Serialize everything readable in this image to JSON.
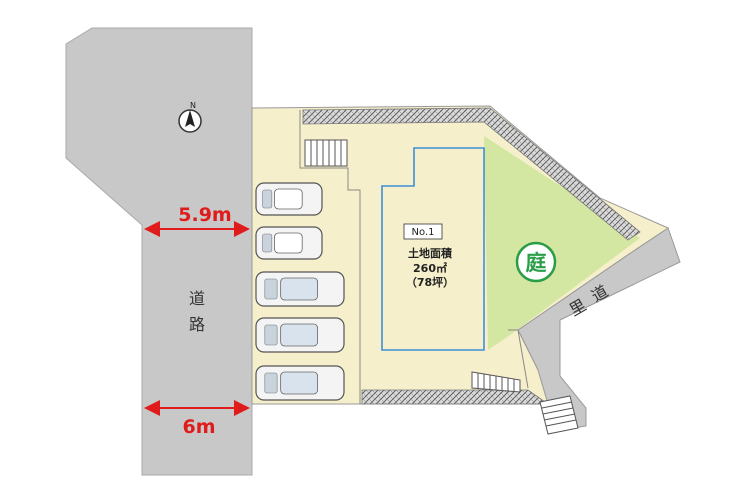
{
  "north": {
    "label": "N"
  },
  "road_main": {
    "label_top": "道",
    "label_bottom": "路",
    "width_top": "5.9m",
    "width_bottom": "6m"
  },
  "road_side": {
    "label_1": "里",
    "label_2": "道"
  },
  "lot": {
    "number": "No.1",
    "area_label": "土地面積",
    "area_sqm": "260㎡",
    "area_tsubo": "（78坪）"
  },
  "garden": {
    "label": "庭"
  },
  "parking": {
    "car_count": 5
  },
  "colors": {
    "road": "#c8c8c8",
    "lot": "#f6efcb",
    "garden": "#d3e6a2",
    "boundary": "#3d8fd6",
    "dimension": "#e01b1b",
    "garden_badge": "#2a9d47"
  }
}
